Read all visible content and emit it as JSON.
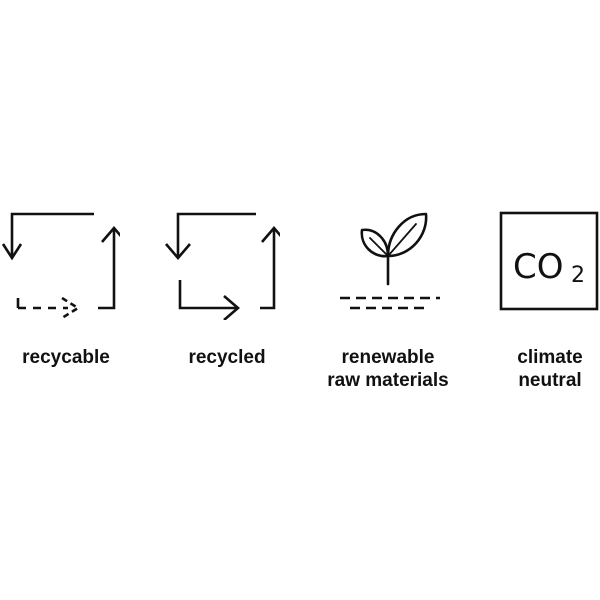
{
  "items": [
    {
      "label_lines": [
        "recycable"
      ],
      "icon": "recycable-icon"
    },
    {
      "label_lines": [
        "recycled"
      ],
      "icon": "recycled-icon"
    },
    {
      "label_lines": [
        "renewable",
        "raw materials"
      ],
      "icon": "plant-icon"
    },
    {
      "label_lines": [
        "climate",
        "neutral"
      ],
      "icon": "co2-icon"
    }
  ],
  "co2": {
    "main": "CO",
    "sub": "2"
  },
  "colors": {
    "ink": "#111111",
    "background": "#ffffff"
  }
}
